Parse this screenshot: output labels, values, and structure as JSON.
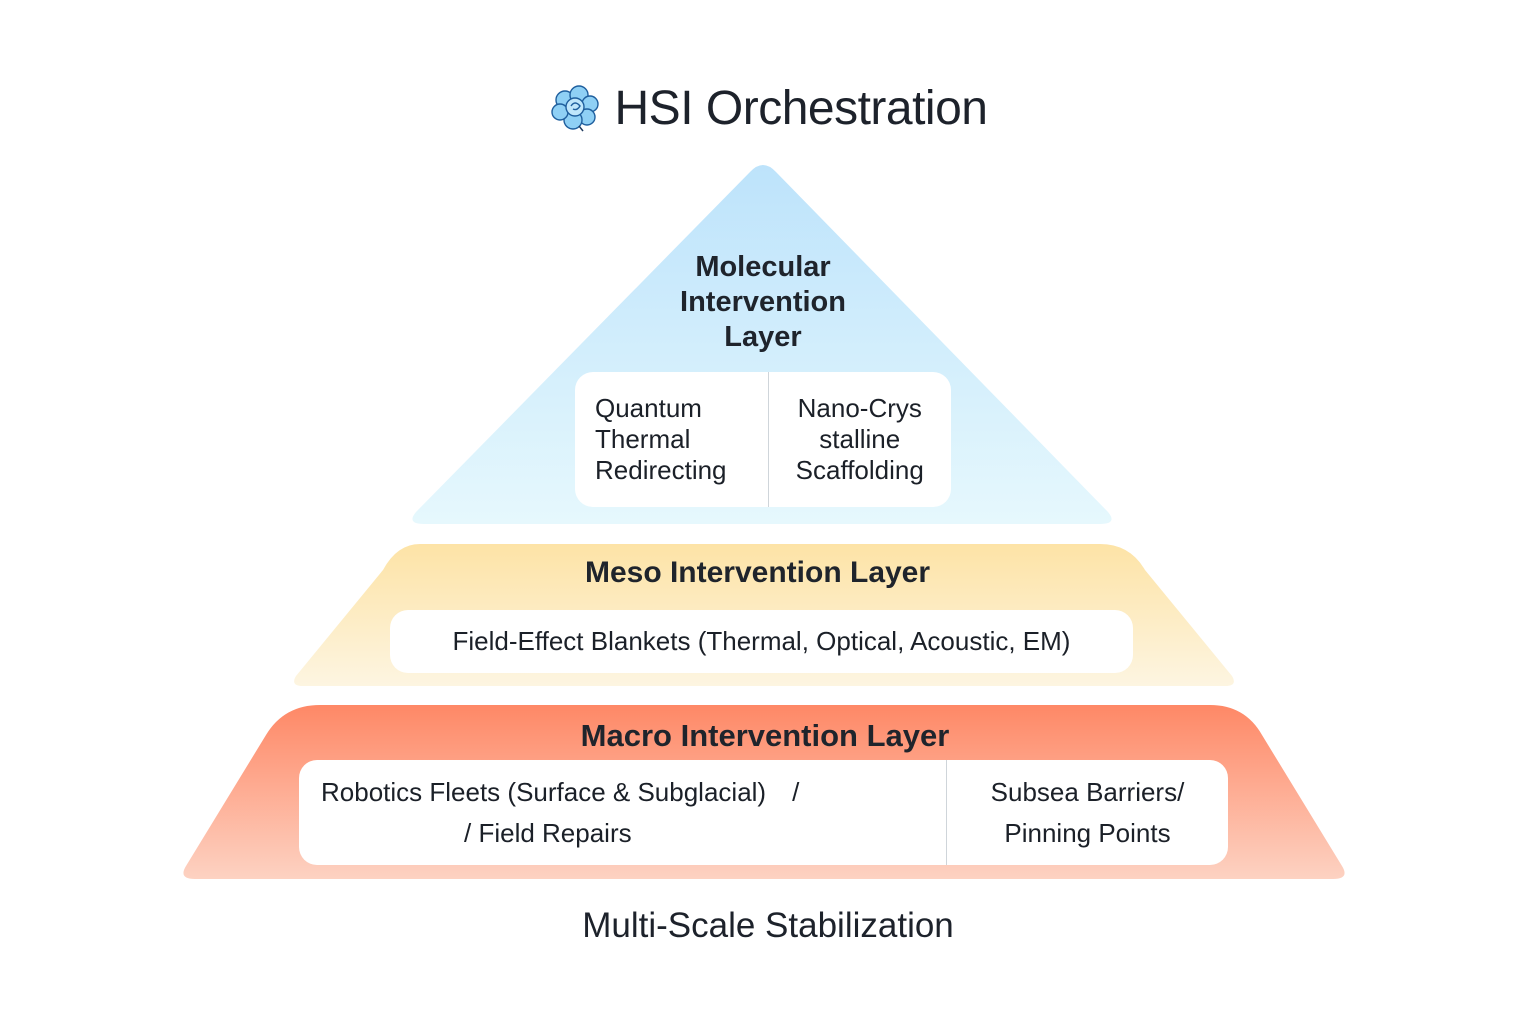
{
  "header": {
    "icon": "blue-brain-flower-icon",
    "title": "HSI Orchestration"
  },
  "pyramid": {
    "layers": [
      {
        "id": "molecular",
        "title_lines": [
          "Molecular",
          "Intervention",
          "Layer"
        ],
        "color_top": "#bde3fb",
        "color_bottom": "#e6f8fd",
        "items": [
          {
            "lines": [
              "Quantum",
              "Thermal",
              "Redirecting"
            ]
          },
          {
            "lines": [
              "Nano-Crys",
              "stalline",
              "Scaffolding"
            ]
          }
        ]
      },
      {
        "id": "meso",
        "title": "Meso Intervention Layer",
        "color_top": "#fde3a6",
        "color_bottom": "#fdf5e1",
        "items": [
          {
            "text": "Field-Effect Blankets (Thermal, Optical, Acoustic, EM)"
          }
        ]
      },
      {
        "id": "macro",
        "title": "Macro Intervention Layer",
        "color_top": "#fe8866",
        "color_bottom": "#fdd2c2",
        "items": [
          {
            "line1": "Robotics Fleets (Surface & Subglacial)",
            "slash": "/",
            "line2": "/ Field Repairs"
          },
          {
            "lines": [
              "Subsea Barriers/",
              "Pinning Points"
            ]
          }
        ]
      }
    ]
  },
  "footer": {
    "caption": "Multi-Scale Stabilization"
  }
}
